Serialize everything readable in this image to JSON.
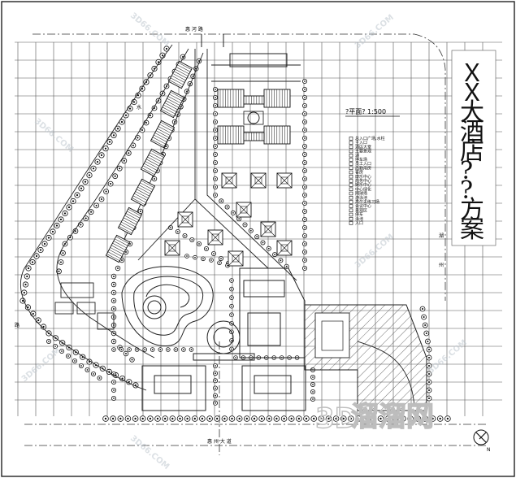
{
  "title": {
    "chars": [
      "Ｘ",
      "Ｘ",
      "大",
      "酒",
      "店",
      "?",
      "?",
      "方",
      "案"
    ]
  },
  "scale_label": "?平面?   1:500",
  "roads": {
    "north": "惠 河 路",
    "south": "惠 州 大 道",
    "east": "湖",
    "east2": "州",
    "west": "路",
    "park": "水"
  },
  "legend": {
    "items": [
      "总入口广场,水柱",
      "主入口",
      "酒店大堂",
      "主要景观",
      "湖",
      "停车场",
      "员工入口",
      "后勤用房",
      "客房",
      "康乐中心",
      "商务中心",
      "娱乐中心",
      "中心绿化",
      "网球场",
      "游泳池",
      "高尔夫练习场",
      "会议中心",
      "景观区",
      "停车",
      "泳池",
      "入口"
    ]
  },
  "north_arrow": "N",
  "watermark": {
    "brand": "溜溜网",
    "site": "3D66.COM",
    "logo": "3D"
  }
}
